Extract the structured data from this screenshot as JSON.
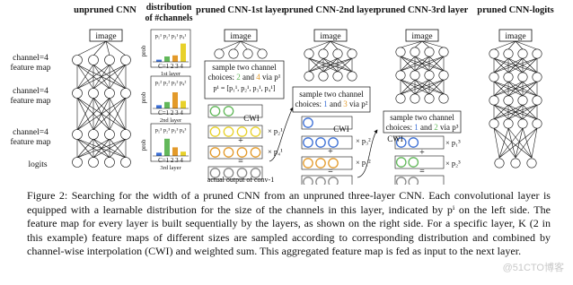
{
  "figure": {
    "col_unpruned_title": "unpruned CNN",
    "col_dist_title_line1": "distribution",
    "col_dist_title_line2": "of #channels",
    "col_l1_title": "pruned CNN-1st layer",
    "col_l2_title": "pruned CNN-2nd layer",
    "col_l3_title": "pruned CNN-3rd layer",
    "col_logits_title": "pruned CNN-logits",
    "image_label": "image",
    "left_labels": [
      {
        "line1": "channel=4",
        "line2": "feature map"
      },
      {
        "line1": "channel=4",
        "line2": "feature map"
      },
      {
        "line1": "channel=4",
        "line2": "feature map"
      }
    ],
    "logits_label": "logits",
    "dist_charts": [
      {
        "ylabel": "prob",
        "xlabel": "C=1 2 3 4",
        "layer": "1st layer",
        "legend": "p₁¹ p₂¹ p₃¹ p₄¹"
      },
      {
        "ylabel": "prob",
        "xlabel": "C=1 2 3 4",
        "layer": "2nd layer",
        "legend": "p₁² p₂² p₃² p₄²"
      },
      {
        "ylabel": "prob",
        "xlabel": "C=1 2 3 4",
        "layer": "3rd layer",
        "legend": "p₁³ p₂³ p₃³ p₄³"
      }
    ],
    "dist_values": [
      [
        0.1,
        0.25,
        0.3,
        0.85
      ],
      [
        0.15,
        0.3,
        0.75,
        0.35
      ],
      [
        0.15,
        0.8,
        0.4,
        0.2
      ]
    ],
    "bar_colors": [
      "#3b6fd6",
      "#62b85a",
      "#e39a2a",
      "#e8d12a"
    ],
    "l1": {
      "choice_line1": "sample two channel",
      "choice_line2_a": "choices: ",
      "choice_line2_b": "2",
      "choice_line2_c": " and ",
      "choice_line2_d": "4",
      "choice_line2_e": " via p¹",
      "formula": "p¹ = [p₁¹, p₂¹, p₃¹, p₄¹]",
      "cwi": "CWI",
      "mult_a": "× p₂¹",
      "mult_b": "× p₄¹",
      "plus": "+",
      "equals": "=",
      "actual": "actual output of conv-1"
    },
    "l2": {
      "choice_line1": "sample two channel",
      "choice_line2_a": "choices: ",
      "choice_line2_b": "1",
      "choice_line2_c": " and ",
      "choice_line2_d": "3",
      "choice_line2_e": " via p²",
      "cwi": "CWI",
      "mult_a": "× p₃²",
      "mult_b": "× p₁²",
      "plus": "+",
      "equals": "="
    },
    "l3": {
      "choice_line1": "sample two channel",
      "choice_line2_a": "choices: ",
      "choice_line2_b": "1",
      "choice_line2_c": " and ",
      "choice_line2_d": "2",
      "choice_line2_e": " via p³",
      "cwi": "CWI",
      "mult_a": "× p₁³",
      "mult_b": "× p₂³",
      "plus": "+",
      "equals": "="
    },
    "colors": {
      "yellow": "#e8d12a",
      "green": "#62b85a",
      "blue": "#3b6fd6",
      "orange": "#e39a2a",
      "gray": "#888888"
    }
  },
  "caption": {
    "text": "Figure 2:  Searching for the width of a pruned CNN from an unpruned three-layer CNN. Each convolutional layer is equipped with a learnable distribution for the size of the channels in this layer, indicated by pⁱ on the left side. The feature map for every layer is built sequentially by the layers, as shown on the right side. For a specific layer, K (2 in this example) feature maps of different sizes are sampled according to corresponding distribution and combined by channel-wise interpolation (CWI) and weighted sum. This aggregated feature map is fed as input to the next layer."
  },
  "watermark": "@51CTO博客"
}
